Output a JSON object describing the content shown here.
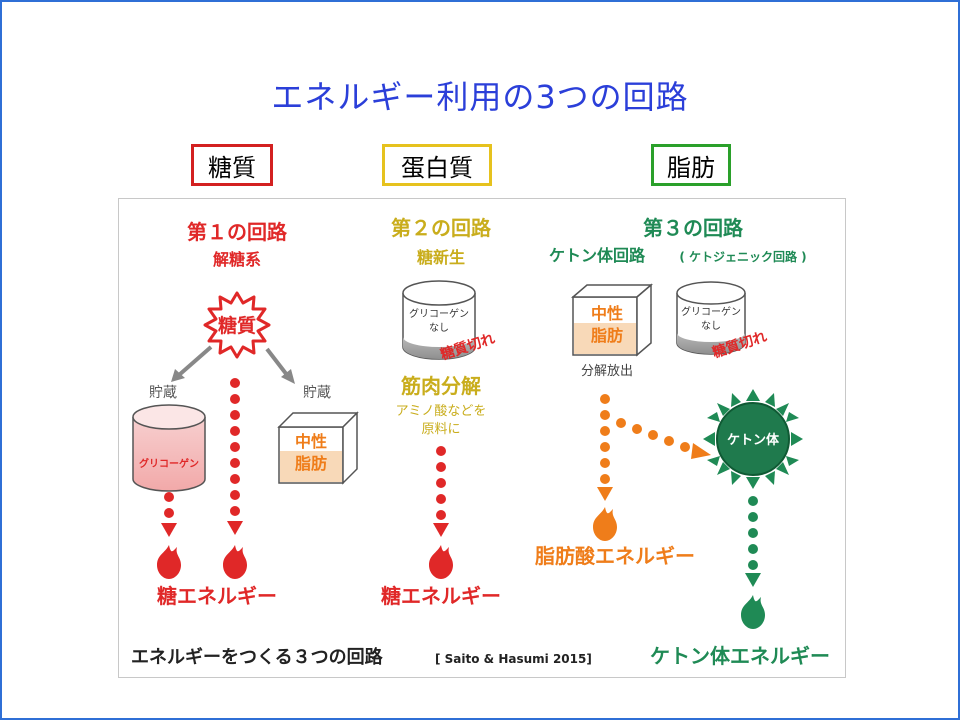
{
  "title": "エネルギー利用の3つの回路",
  "tags": {
    "carb": "糖質",
    "protein": "蛋白質",
    "fat": "脂肪"
  },
  "circuit1": {
    "heading": "第１の回路",
    "subheading": "解糖系",
    "burst": "糖質",
    "store_left": "貯蔵",
    "store_right": "貯蔵",
    "glycogen": "グリコーゲン",
    "fat_line1": "中性",
    "fat_line2": "脂肪",
    "energy": "糖エネルギー"
  },
  "circuit2": {
    "heading": "第２の回路",
    "subheading": "糖新生",
    "container_line1": "グリコーゲン",
    "container_line2": "なし",
    "out": "糖質切れ",
    "muscle": "筋肉分解",
    "desc_line1": "アミノ酸などを",
    "desc_line2": "原料に",
    "energy": "糖エネルギー"
  },
  "circuit3": {
    "heading": "第３の回路",
    "subheading": "ケトン体回路",
    "subheading_note": "( ケトジェニック回路 )",
    "fat_line1": "中性",
    "fat_line2": "脂肪",
    "release": "分解放出",
    "container_line1": "グリコーゲン",
    "container_line2": "なし",
    "out": "糖質切れ",
    "ketone": "ケトン体",
    "fatty_energy": "脂肪酸エネルギー",
    "ketone_energy": "ケトン体エネルギー"
  },
  "footer": {
    "caption": "エネルギーをつくる３つの回路",
    "citation": "[ Saito & Hasumi  2015]"
  },
  "colors": {
    "red": "#e02828",
    "yellow": "#c9ad1c",
    "green": "#1f8a55",
    "orange": "#ef7d1a",
    "title_blue": "#2b3fd9"
  }
}
